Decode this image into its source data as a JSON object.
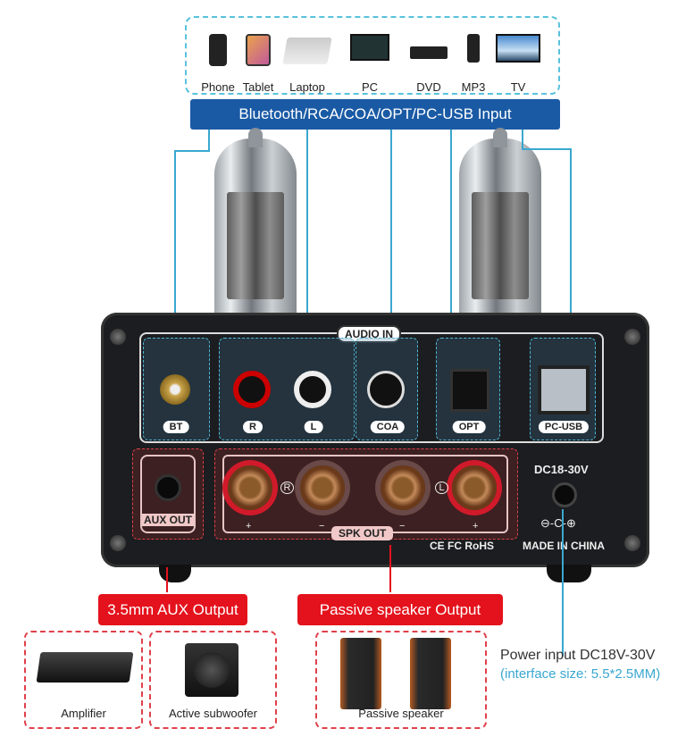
{
  "sources": {
    "devices": [
      {
        "label": "Phone",
        "icon": "phone-icon"
      },
      {
        "label": "Tablet",
        "icon": "tablet-icon"
      },
      {
        "label": "Laptop",
        "icon": "laptop-icon"
      },
      {
        "label": "PC",
        "icon": "pc-icon"
      },
      {
        "label": "DVD",
        "icon": "dvd-icon"
      },
      {
        "label": "MP3",
        "icon": "mp3-icon"
      },
      {
        "label": "TV",
        "icon": "tv-icon"
      }
    ],
    "banner": "Bluetooth/RCA/COA/OPT/PC-USB Input"
  },
  "panel": {
    "audio_in": "AUDIO IN",
    "bt": "BT",
    "r": "R",
    "l": "L",
    "coa": "COA",
    "opt": "OPT",
    "pcusb": "PC-USB",
    "aux_out": "AUX OUT",
    "spk_out": "SPK OUT",
    "r_mark": "R",
    "l_mark": "L",
    "dc": "DC18-30V",
    "polarity": "⊖-C-⊕",
    "cert": "CE FC RoHS",
    "made": "MADE IN CHINA",
    "plus": "+",
    "minus": "−"
  },
  "outputs": {
    "aux": "3.5mm AUX Output",
    "speaker": "Passive speaker Output"
  },
  "products": {
    "amplifier": "Amplifier",
    "subwoofer": "Active subwoofer",
    "passive": "Passive speaker"
  },
  "power": {
    "title": "Power input DC18V-30V",
    "size": "(interface size: 5.5*2.5MM)"
  },
  "colors": {
    "blue": "#1a5aa5",
    "red": "#e4121c",
    "line": "#3aa7d0"
  }
}
